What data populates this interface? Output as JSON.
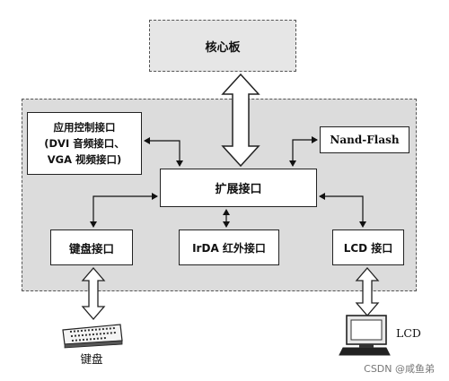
{
  "core_board": {
    "label": "核心板"
  },
  "app_interface": {
    "lines": [
      "应用控制接口",
      "(DVI 音频接口、",
      "VGA 视频接口)"
    ]
  },
  "nand_flash": {
    "label": "Nand-Flash"
  },
  "expansion": {
    "label": "扩展接口"
  },
  "keyboard_if": {
    "label": "键盘接口"
  },
  "irda_if": {
    "label": "IrDA 红外接口"
  },
  "lcd_if": {
    "label": "LCD 接口"
  },
  "keyboard_device": {
    "label": "键盘"
  },
  "lcd_device": {
    "label": "LCD"
  },
  "watermark": {
    "text": "CSDN @咸鱼弟"
  }
}
